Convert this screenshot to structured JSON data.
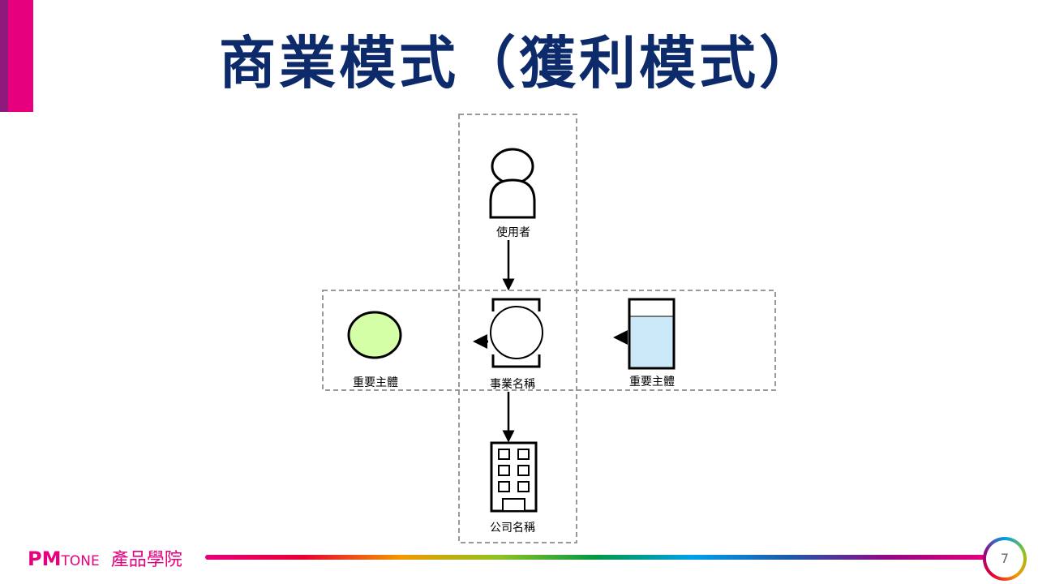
{
  "title": "商業模式（獲利模式）",
  "diagram": {
    "user": "使用者",
    "business": "事業名稱",
    "left_entity": "重要主體",
    "right_entity": "重要主體",
    "company": "公司名稱"
  },
  "footer": {
    "brand_pm": "PM",
    "brand_tone": "TONE",
    "brand_cn": "產品學院",
    "page": "7"
  },
  "colors": {
    "accent": "#e6007e",
    "title": "#0d2a6b",
    "circle": "#d4ffa6",
    "water": "#cce9f9"
  }
}
